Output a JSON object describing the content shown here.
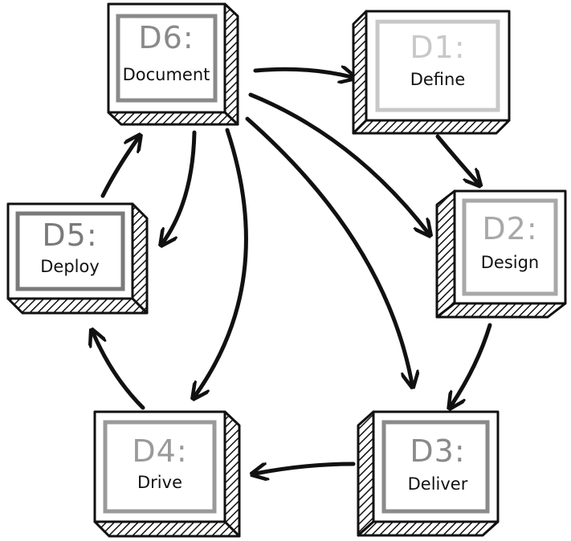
{
  "nodes": [
    {
      "code": "D6:",
      "name": "Document",
      "code_color": "#8a8a8a",
      "frame_color": "#8a8a8a"
    },
    {
      "code": "D1:",
      "name": "Define",
      "code_color": "#c8c8c8",
      "frame_color": "#c8c8c8"
    },
    {
      "code": "D2:",
      "name": "Design",
      "code_color": "#a8a8a8",
      "frame_color": "#a8a8a8"
    },
    {
      "code": "D3:",
      "name": "Deliver",
      "code_color": "#8a8a8a",
      "frame_color": "#8a8a8a"
    },
    {
      "code": "D4:",
      "name": "Drive",
      "code_color": "#9a9a9a",
      "frame_color": "#9a9a9a"
    },
    {
      "code": "D5:",
      "name": "Deploy",
      "code_color": "#7a7a7a",
      "frame_color": "#7a7a7a"
    }
  ],
  "edges": [
    {
      "from": "D6",
      "to": "D1"
    },
    {
      "from": "D1",
      "to": "D2"
    },
    {
      "from": "D2",
      "to": "D3"
    },
    {
      "from": "D3",
      "to": "D4"
    },
    {
      "from": "D4",
      "to": "D5"
    },
    {
      "from": "D5",
      "to": "D6"
    },
    {
      "from": "D6",
      "to": "D2"
    },
    {
      "from": "D6",
      "to": "D3"
    },
    {
      "from": "D6",
      "to": "D4"
    },
    {
      "from": "D6",
      "to": "D5"
    }
  ]
}
